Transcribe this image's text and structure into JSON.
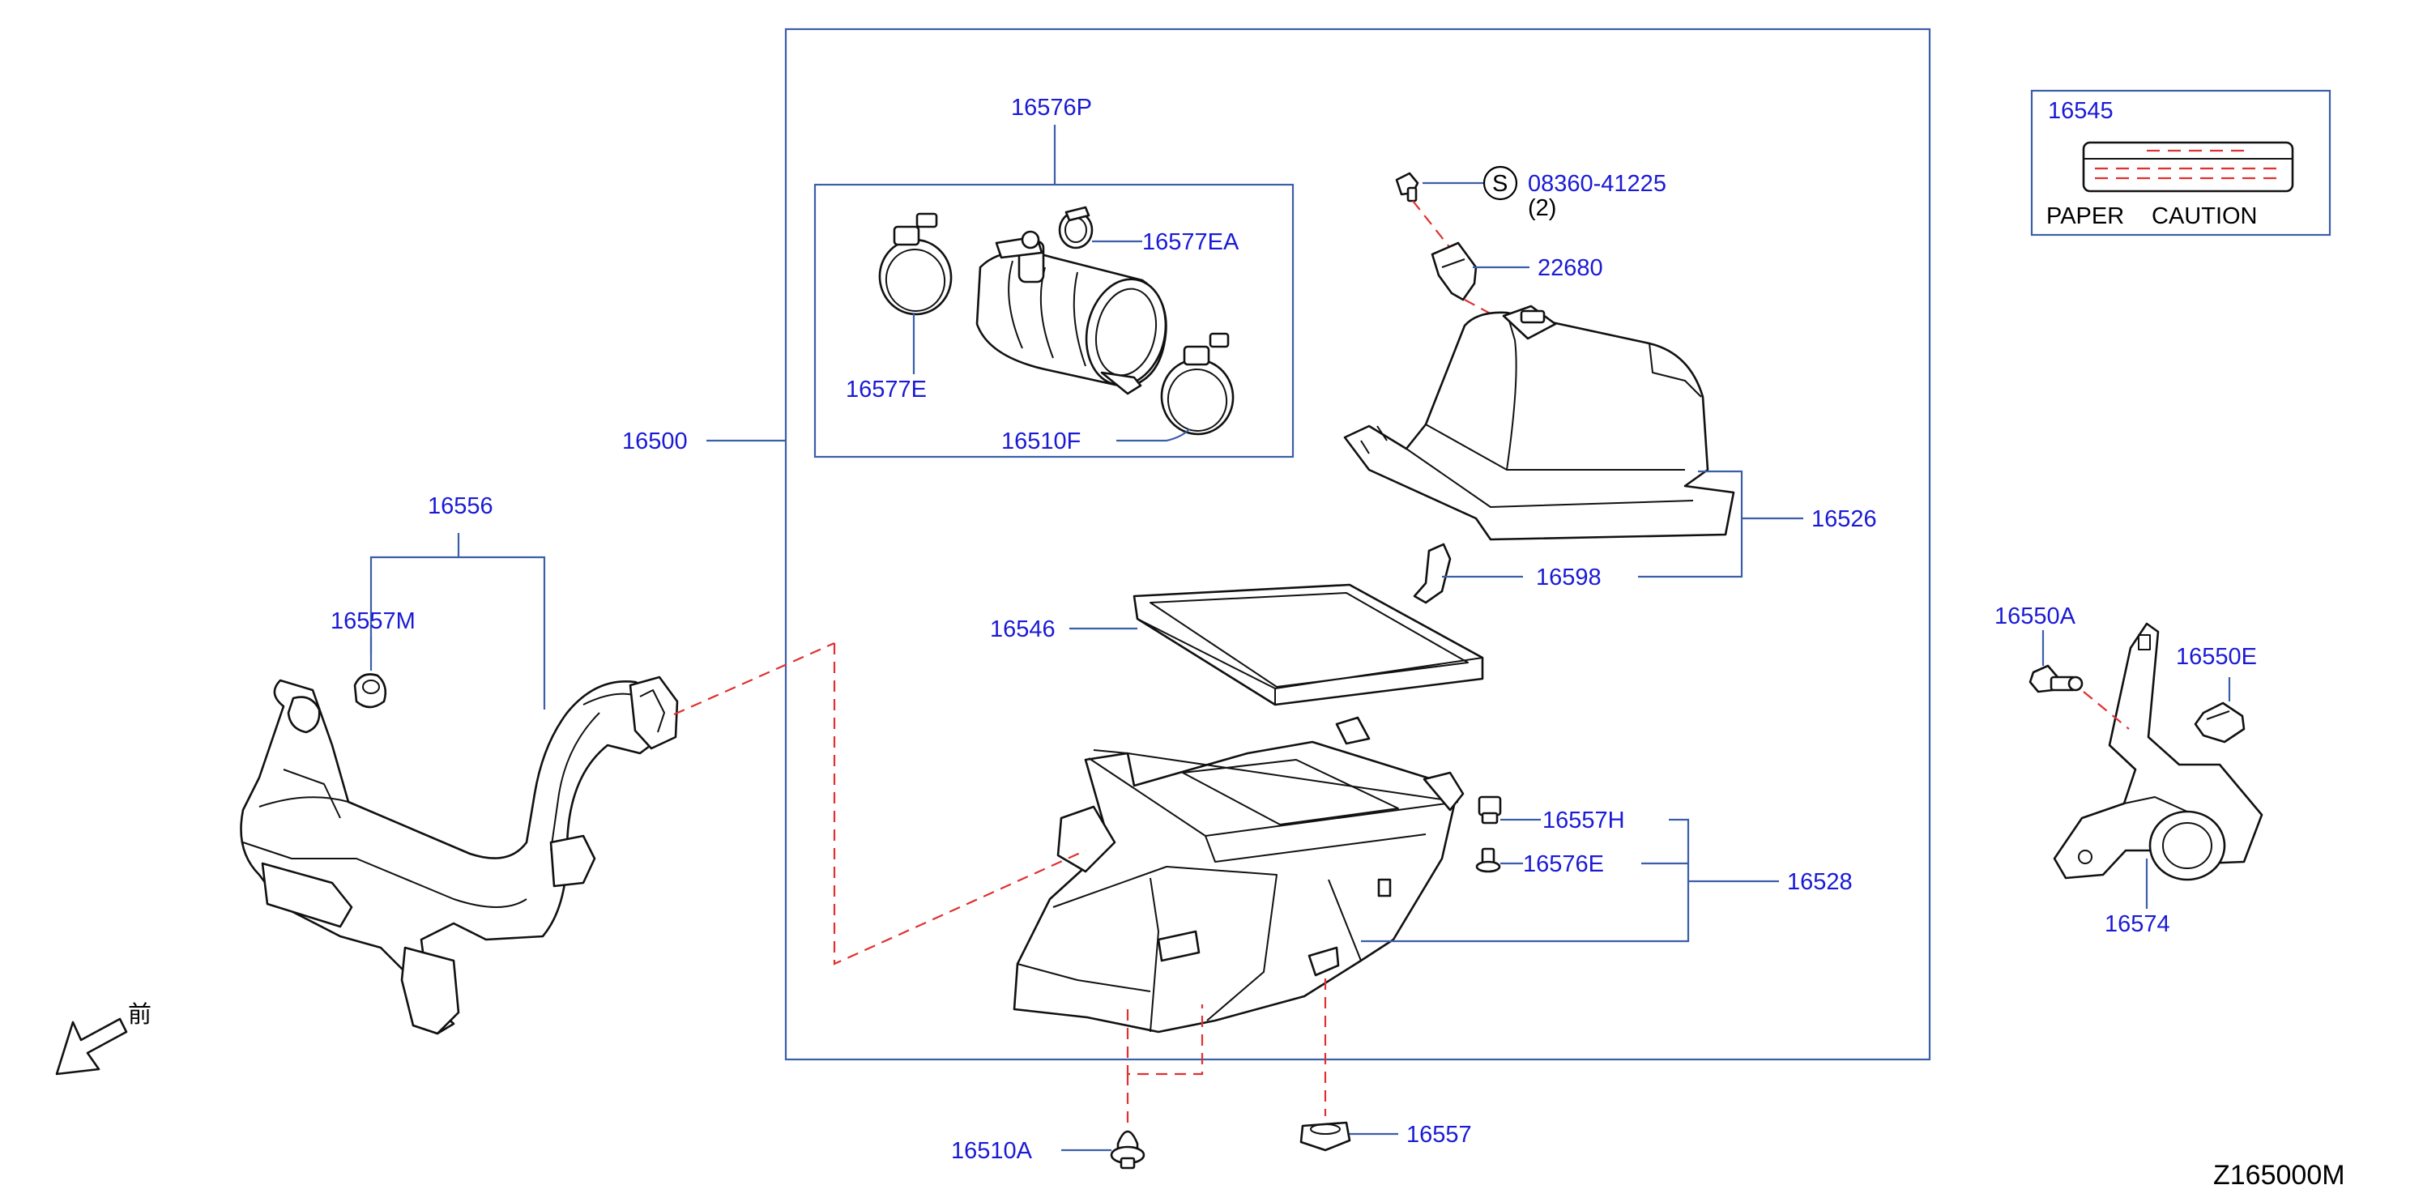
{
  "diagram_number": "Z165000M",
  "front_marker": "前",
  "colors": {
    "label": "#1a1ad6",
    "leader": "#3a5ea8",
    "hidden_line": "#e03030",
    "outline": "#111111"
  },
  "labels": {
    "p16576P": "16576P",
    "p16577EA": "16577EA",
    "p16577E": "16577E",
    "p16510F": "16510F",
    "p16500": "16500",
    "p08360": "08360-41225",
    "qty08360": "(2)",
    "s_mark": "S",
    "p22680": "22680",
    "p16526": "16526",
    "p16598": "16598",
    "p16546": "16546",
    "p16557H": "16557H",
    "p16576E": "16576E",
    "p16528": "16528",
    "p16510A": "16510A",
    "p16557": "16557",
    "p16556": "16556",
    "p16557M": "16557M",
    "p16545": "16545",
    "p16550A": "16550A",
    "p16550E": "16550E",
    "p16574": "16574"
  },
  "caution_label": {
    "text_paper": "PAPER",
    "text_caution": "CAUTION"
  }
}
